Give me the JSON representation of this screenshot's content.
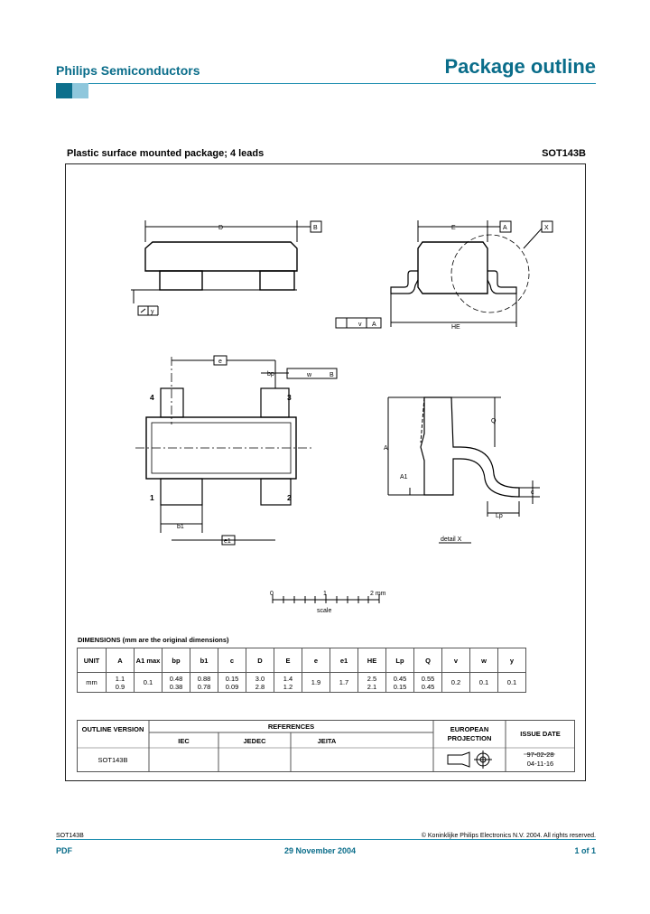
{
  "header": {
    "brand": "Philips Semiconductors",
    "page_title": "Package outline",
    "accent_dark": "#0d6f8c",
    "accent_light": "#8fc7dc"
  },
  "package": {
    "title": "Plastic surface mounted package; 4 leads",
    "code": "SOT143B"
  },
  "drawing": {
    "labels": {
      "D": "D",
      "B": "B",
      "E": "E",
      "A": "A",
      "X": "X",
      "HE": "HE",
      "e": "e",
      "bp": "bp",
      "b1": "b1",
      "e1": "e1",
      "v": "v",
      "w": "w",
      "y": "y",
      "Q": "Q",
      "A1": "A1",
      "c": "c",
      "Lp": "Lp",
      "pin1": "1",
      "pin2": "2",
      "pin3": "3",
      "pin4": "4",
      "detail": "detail X"
    },
    "scale": {
      "ticks": [
        "0",
        "1",
        "2 mm"
      ],
      "label": "scale"
    }
  },
  "dimensions": {
    "heading": "DIMENSIONS (mm are the original dimensions)",
    "headers": [
      "UNIT",
      "A",
      "A1 max",
      "bp",
      "b1",
      "c",
      "D",
      "E",
      "e",
      "e1",
      "HE",
      "Lp",
      "Q",
      "v",
      "w",
      "y"
    ],
    "row": {
      "unit": "mm",
      "cells": [
        [
          "1.1",
          "0.9"
        ],
        [
          "0.1"
        ],
        [
          "0.48",
          "0.38"
        ],
        [
          "0.88",
          "0.78"
        ],
        [
          "0.15",
          "0.09"
        ],
        [
          "3.0",
          "2.8"
        ],
        [
          "1.4",
          "1.2"
        ],
        [
          "1.9"
        ],
        [
          "1.7"
        ],
        [
          "2.5",
          "2.1"
        ],
        [
          "0.45",
          "0.15"
        ],
        [
          "0.55",
          "0.45"
        ],
        [
          "0.2"
        ],
        [
          "0.1"
        ],
        [
          "0.1"
        ]
      ]
    }
  },
  "outline": {
    "outline_version_label": "OUTLINE VERSION",
    "references_label": "REFERENCES",
    "iec_label": "IEC",
    "jedec_label": "JEDEC",
    "jeita_label": "JEITA",
    "european_projection_label": "EUROPEAN PROJECTION",
    "issue_date_label": "ISSUE DATE",
    "version_value": "SOT143B",
    "issue_old": "97-02-28",
    "issue_new": "04-11-16"
  },
  "footer": {
    "code": "SOT143B",
    "copyright": "© Koninklijke Philips Electronics N.V. 2004. All rights reserved.",
    "doc_type": "PDF",
    "date": "29 November 2004",
    "page": "1 of 1"
  }
}
